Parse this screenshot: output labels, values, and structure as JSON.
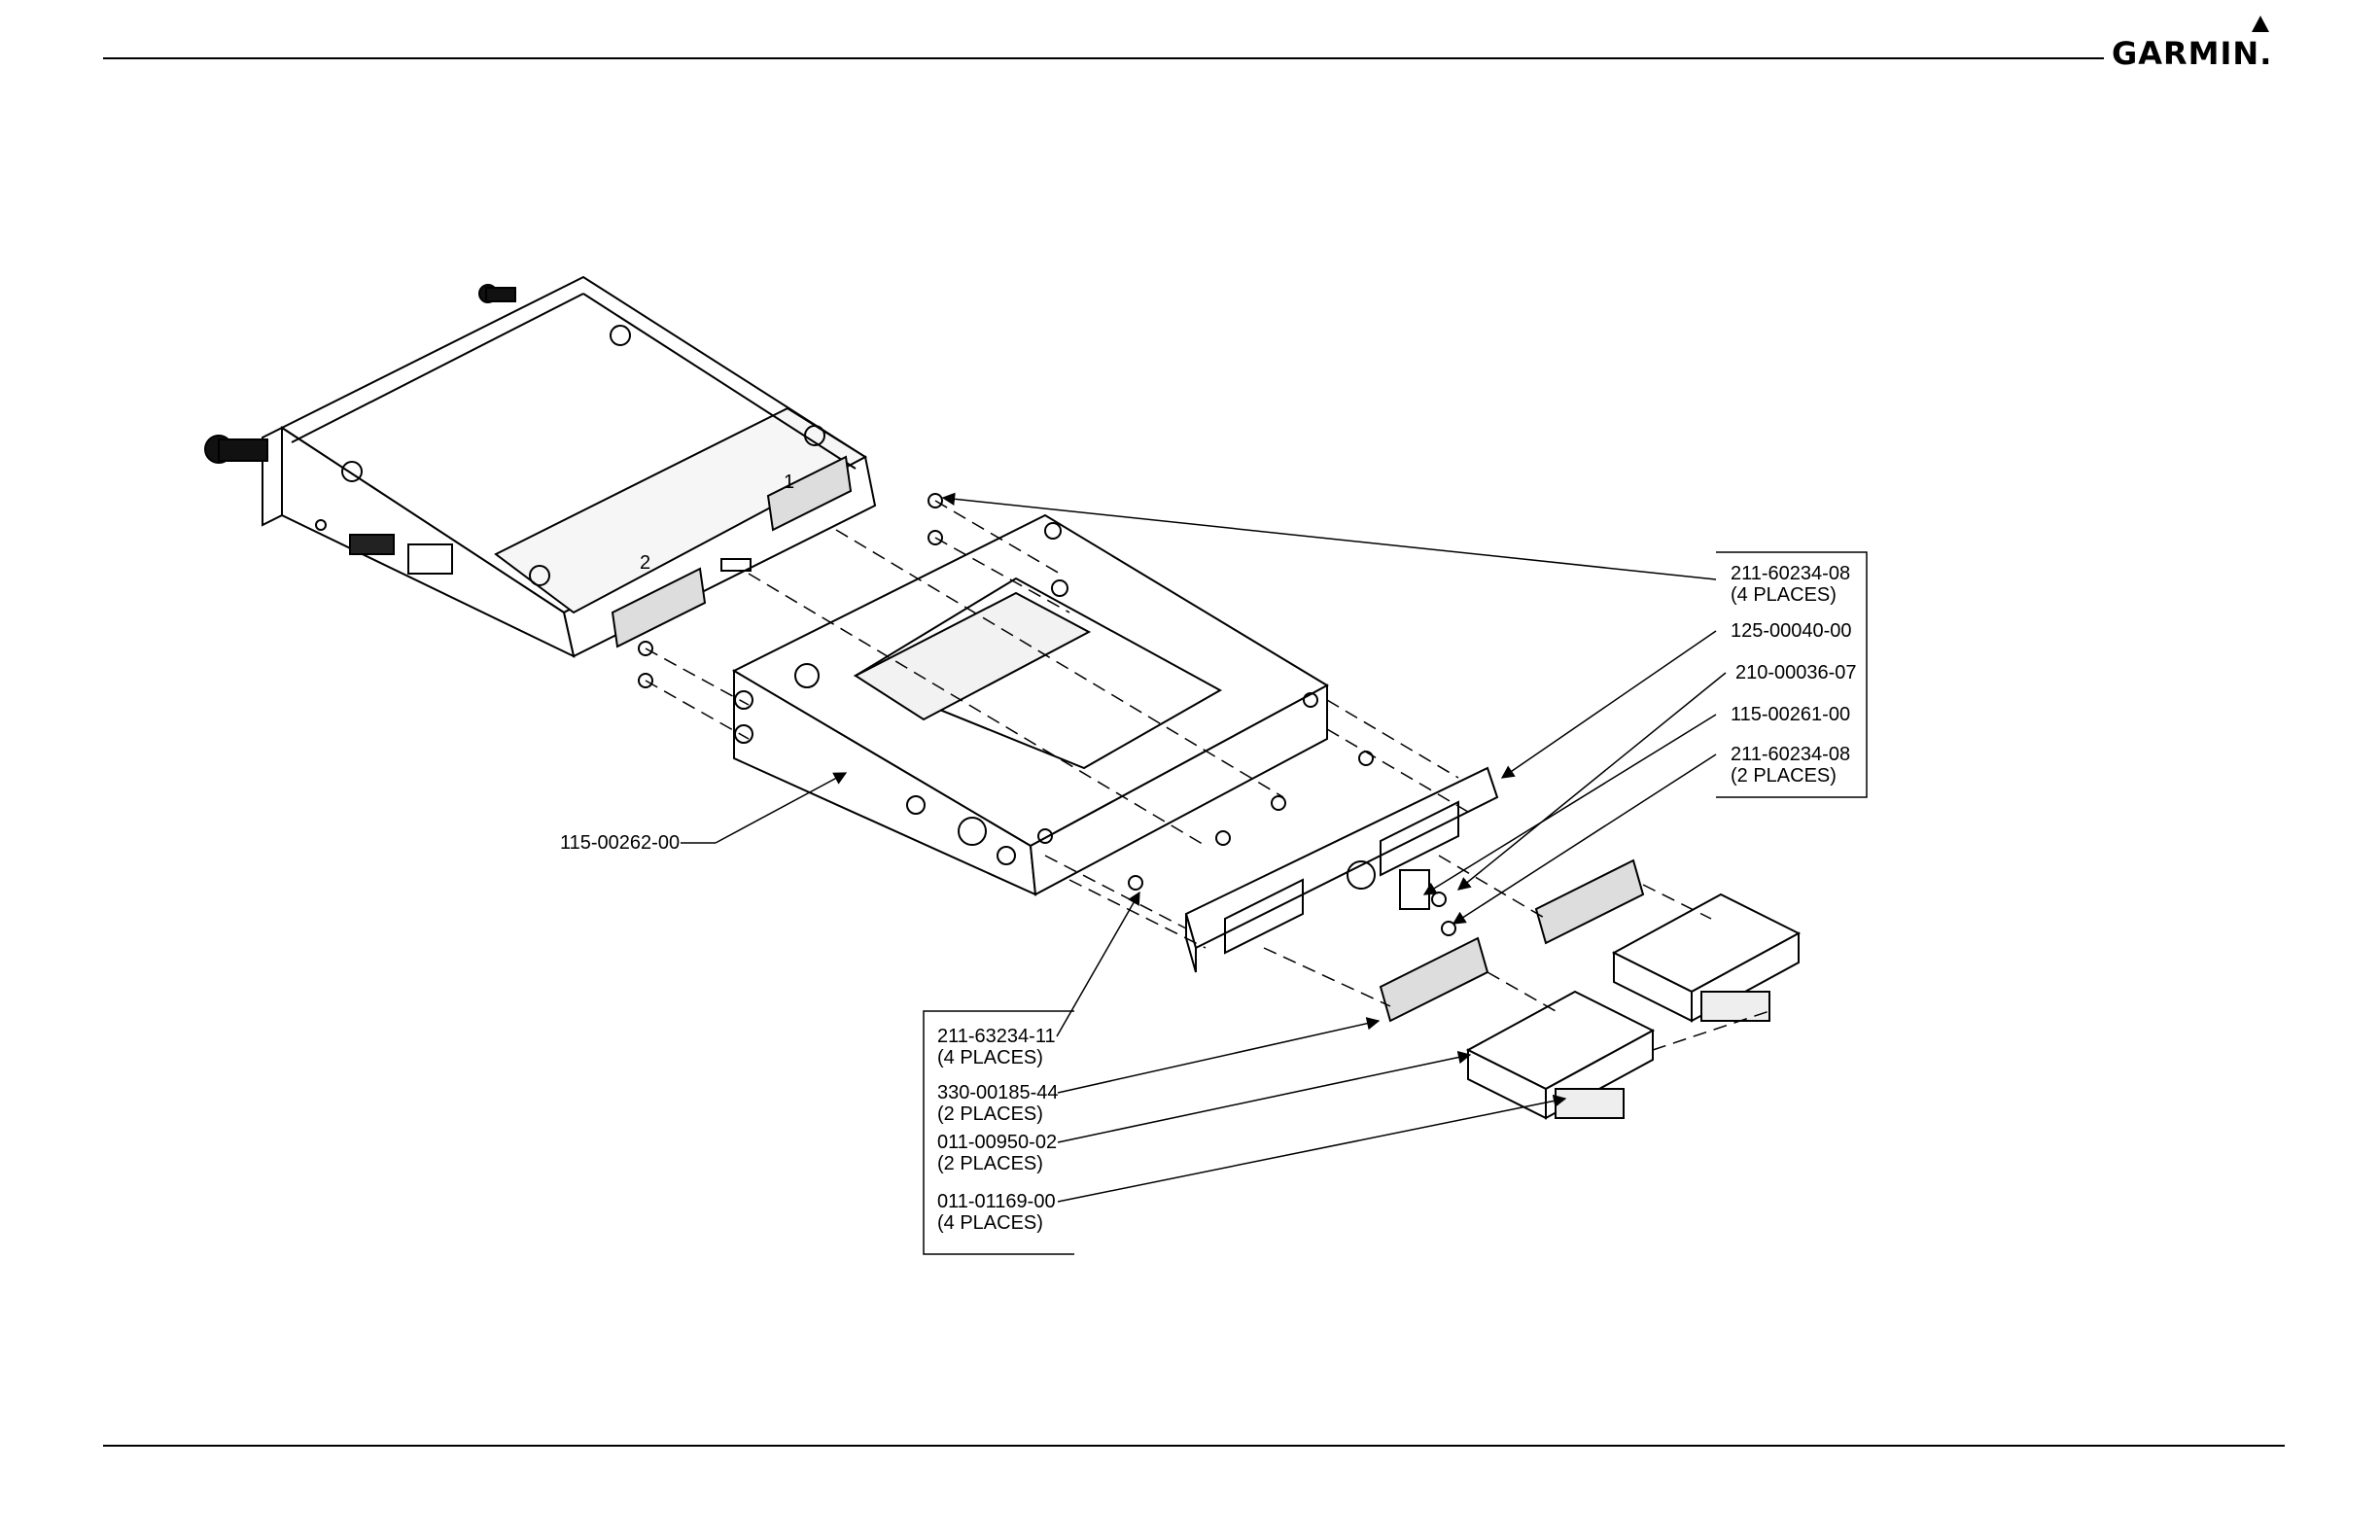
{
  "header": {
    "logo_text": "GARMIN."
  },
  "callouts": [
    {
      "id": "c1",
      "part": "211-60234-08",
      "qty": "(4 PLACES)"
    },
    {
      "id": "c2",
      "part": "125-00040-00",
      "qty": ""
    },
    {
      "id": "c3",
      "part": "210-00036-07",
      "qty": ""
    },
    {
      "id": "c4",
      "part": "115-00261-00",
      "qty": ""
    },
    {
      "id": "c5",
      "part": "211-60234-08",
      "qty": "(2 PLACES)"
    },
    {
      "id": "c6",
      "part": "115-00262-00",
      "qty": ""
    },
    {
      "id": "c7",
      "part": "211-63234-11",
      "qty": "(4 PLACES)"
    },
    {
      "id": "c8",
      "part": "330-00185-44",
      "qty": "(2 PLACES)"
    },
    {
      "id": "c9",
      "part": "011-00950-02",
      "qty": "(2 PLACES)"
    },
    {
      "id": "c10",
      "part": "011-01169-00",
      "qty": "(4 PLACES)"
    }
  ],
  "unit_labels": {
    "port_1": "1",
    "port_2": "2"
  }
}
